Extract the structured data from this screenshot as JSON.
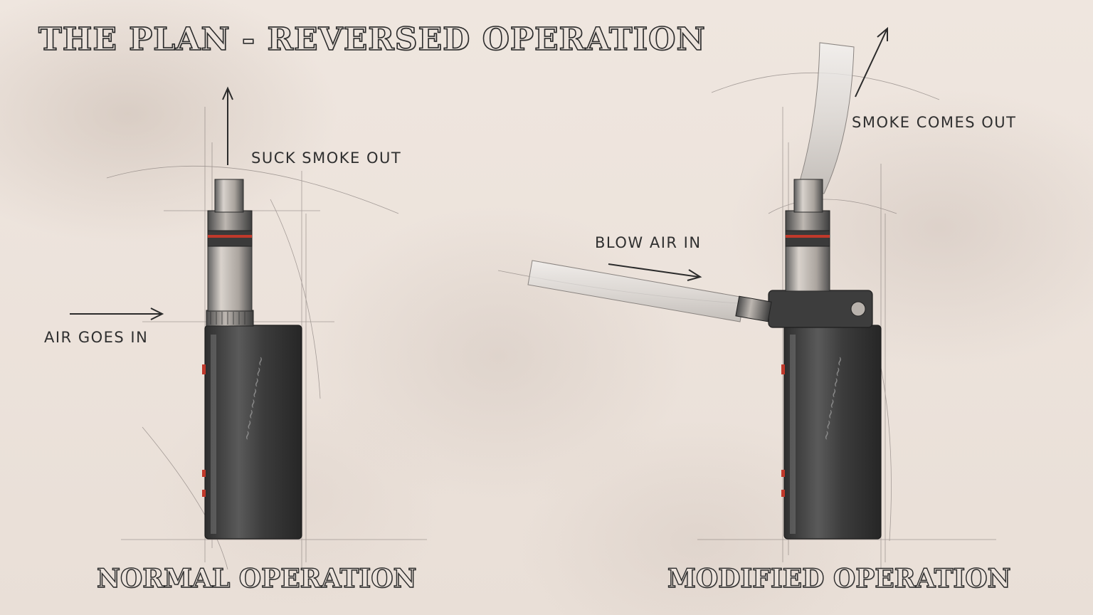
{
  "title": "THE PLAN - REVERSED OPERATION",
  "normal": {
    "caption": "NORMAL OPERATION",
    "label_top": "SUCK SMOKE OUT",
    "label_side": "AIR GOES IN"
  },
  "modified": {
    "caption": "MODIFIED OPERATION",
    "label_top": "SMOKE COMES OUT",
    "label_side": "BLOW AIR IN"
  },
  "colors": {
    "paper": "#ece3dc",
    "ink": "#2b2b2b",
    "device_dark": "#3a3a3a",
    "accent_red": "#c0392b"
  }
}
